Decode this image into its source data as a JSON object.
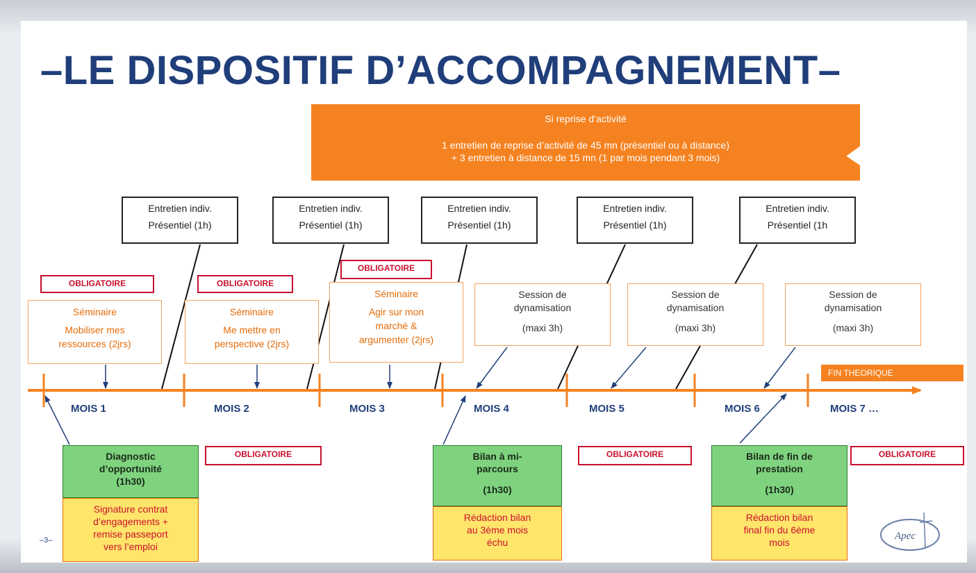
{
  "title": "–LE DISPOSITIF D’ACCOMPAGNEMENT–",
  "banner": {
    "heading": "Si reprise d’activité",
    "line1": "1 entretien de reprise d’activité de 45 mn (présentiel ou à distance)",
    "line2": "+ 3 entretien à distance de 15 mn (1 par mois pendant 3 mois)"
  },
  "individual_interviews": [
    {
      "line1": "Entretien indiv.",
      "line2": "Présentiel (1h)"
    },
    {
      "line1": "Entretien indiv.",
      "line2": "Présentiel (1h)"
    },
    {
      "line1": "Entretien indiv.",
      "line2": "Présentiel (1h)"
    },
    {
      "line1": "Entretien indiv.",
      "line2": "Présentiel (1h)"
    },
    {
      "line1": "Entretien indiv.",
      "line2": "Présentiel (1h"
    }
  ],
  "obligatoire_label": "OBLIGATOIRE",
  "seminars": [
    {
      "l1": "Séminaire",
      "l2": "Mobiliser mes",
      "l3": "ressources (2jrs)"
    },
    {
      "l1": "Séminaire",
      "l2": "Me mettre en",
      "l3": "perspective (2jrs)"
    },
    {
      "l1": "Séminaire",
      "l2": "Agir sur mon",
      "l3": "marché &",
      "l4": "argumenter (2jrs)"
    }
  ],
  "sessions": [
    {
      "l1": "Session de",
      "l2": "dynamisation",
      "l3": "(maxi 3h)"
    },
    {
      "l1": "Session de",
      "l2": "dynamisation",
      "l3": "(maxi 3h)"
    },
    {
      "l1": "Session de",
      "l2": "dynamisation",
      "l3": "(maxi 3h)"
    }
  ],
  "fin_theorique": "FIN THEORIQUE",
  "months": [
    "MOIS 1",
    "MOIS 2",
    "MOIS 3",
    "MOIS 4",
    "MOIS 5",
    "MOIS 6",
    "MOIS 7 …"
  ],
  "milestones": [
    {
      "green": [
        "Diagnostic",
        "d’opportunité",
        "(1h30)"
      ],
      "yellow": [
        "Signature contrat",
        "d’engagements +",
        "remise passeport",
        "vers l’emploi"
      ]
    },
    {
      "green": [
        "Bilan à mi-",
        "parcours",
        "(1h30)"
      ],
      "yellow": [
        "Rédaction bilan",
        "au 3ème mois",
        "échu"
      ]
    },
    {
      "green": [
        "Bilan de fin de",
        "prestation",
        "(1h30)"
      ],
      "yellow": [
        "Rédaction bilan",
        "final fin du 6ème",
        "mois"
      ]
    }
  ],
  "page_number": "–3–",
  "logo_text": "Apec",
  "colors": {
    "title_blue": "#1f3e7a",
    "orange": "#f58220",
    "red": "#c8102e",
    "green": "#7fd37f",
    "yellow": "#ffe56a"
  }
}
